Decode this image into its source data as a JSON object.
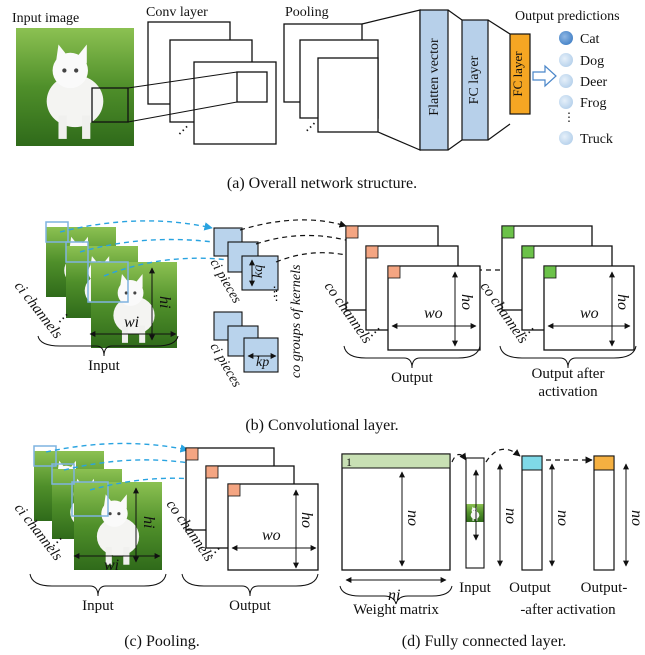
{
  "panel_a": {
    "input_label": "Input image",
    "conv_label": "Conv layer",
    "pool_label": "Pooling",
    "flatten_label": "Flatten vector",
    "fc_label": "FC layer",
    "fc_out_label": "FC layer",
    "output_title": "Output predictions",
    "classes": [
      "Cat",
      "Dog",
      "Deer",
      "Frog",
      "Truck"
    ],
    "caption": "(a)  Overall network structure."
  },
  "panel_b": {
    "ci_channels": "ci channels",
    "wi": "wi",
    "hi": "hi",
    "input_label": "Input",
    "ci_pieces": "ci pieces",
    "ci_pieces_2": "ci pieces",
    "kq": "kq",
    "kp": "kp",
    "co_groups": "co groups of kernels",
    "co_channels": "co channels",
    "ho": "ho",
    "wo": "wo",
    "output_label": "Output",
    "co_channels_2": "co channels",
    "ho_2": "ho",
    "wo_2": "wo",
    "output_after_1": "Output after",
    "output_after_2": "activation",
    "caption": "(b)  Convolutional layer."
  },
  "panel_c": {
    "ci_channels": "ci channels",
    "co_channels": "co channels",
    "wi": "wi",
    "hi": "hi",
    "ho": "ho",
    "wo": "wo",
    "input_label": "Input",
    "output_label": "Output",
    "caption": "(c)  Pooling."
  },
  "panel_d": {
    "ni": "ni",
    "no": "no",
    "no_2": "no",
    "no_3": "no",
    "one": "1",
    "weight_label": "Weight matrix",
    "input_label": "Input",
    "output_label_1": "Output",
    "output_label_2": "Output-",
    "after_label": "-after activation",
    "caption": "(d)  Fully connected layer."
  },
  "colors": {
    "kernel_blue": "#b9d3ec",
    "fc_blue": "#b7d0ea",
    "fc_orange": "#f5a623",
    "accent_red": "#f4a582",
    "accent_green": "#6cc24a",
    "cyan": "#7fd9e8",
    "orange": "#f5b041",
    "arrow_blue": "#29a3e0",
    "weight_green": "#c8e0b4",
    "grass": "#4f8f2a"
  }
}
